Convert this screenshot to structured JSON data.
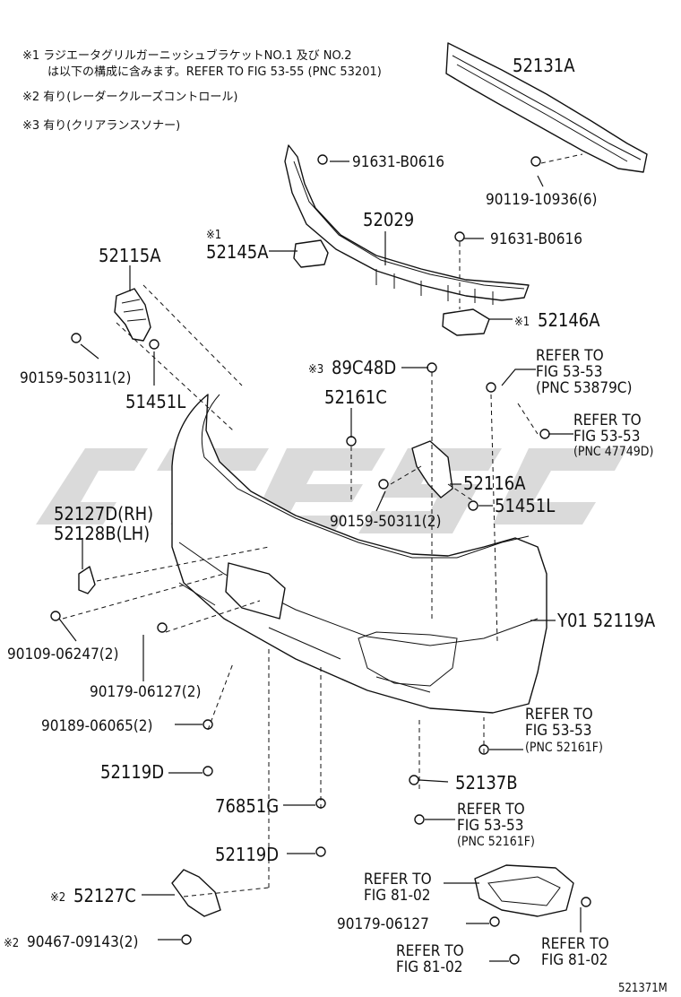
{
  "diagram_id": "521371M",
  "notes": [
    "※1 ラジエータグリルガーニッシュブラケットNO.1 及び NO.2",
    "は以下の構成に含みます。REFER TO FIG 53-55 (PNC 53201)",
    "※2 有り(レーダークルーズコントロール)",
    "※3 有り(クリアランスソナー)"
  ],
  "parts": {
    "p52131A": "52131A",
    "p91631_top": "91631-B0616",
    "p90119": "90119-10936(6)",
    "p52029": "52029",
    "mark1_a": "※1",
    "p52145A": "52145A",
    "p91631_mid": "91631-B0616",
    "mark1_b": "※1",
    "p52146A": "52146A",
    "p52115A": "52115A",
    "p90159_a": "90159-50311(2)",
    "p51451L_a": "51451L",
    "mark3": "※3",
    "p89C48D": "89C48D",
    "ref1a": "REFER TO",
    "ref1b": "FIG 53-53",
    "ref1c": "(PNC 53879C)",
    "p52161C": "52161C",
    "ref2a": "REFER TO",
    "ref2b": "FIG 53-53",
    "ref2c": "(PNC 47749D)",
    "p52116A": "52116A",
    "p51451L_b": "51451L",
    "p90159_b": "90159-50311(2)",
    "p52127D": "52127D(RH)",
    "p52128B": "52128B(LH)",
    "pY01": "Y01 52119A",
    "p90109": "90109-06247(2)",
    "p90179_a": "90179-06127(2)",
    "p90189": "90189-06065(2)",
    "ref3a": "REFER TO",
    "ref3b": "FIG 53-53",
    "ref3c": "(PNC 52161F)",
    "p52119D_a": "52119D",
    "p52137B": "52137B",
    "p76851G": "76851G",
    "ref4a": "REFER TO",
    "ref4b": "FIG 53-53",
    "ref4c": "(PNC 52161F)",
    "p52119D_b": "52119D",
    "ref5a": "REFER TO",
    "ref5b": "FIG 81-02",
    "mark2_a": "※2",
    "p52127C": "52127C",
    "p90179_b": "90179-06127",
    "mark2_b": "※2",
    "p90467": "90467-09143(2)",
    "ref6a": "REFER TO",
    "ref6b": "FIG 81-02",
    "ref7a": "REFER TO",
    "ref7b": "FIG 81-02"
  }
}
